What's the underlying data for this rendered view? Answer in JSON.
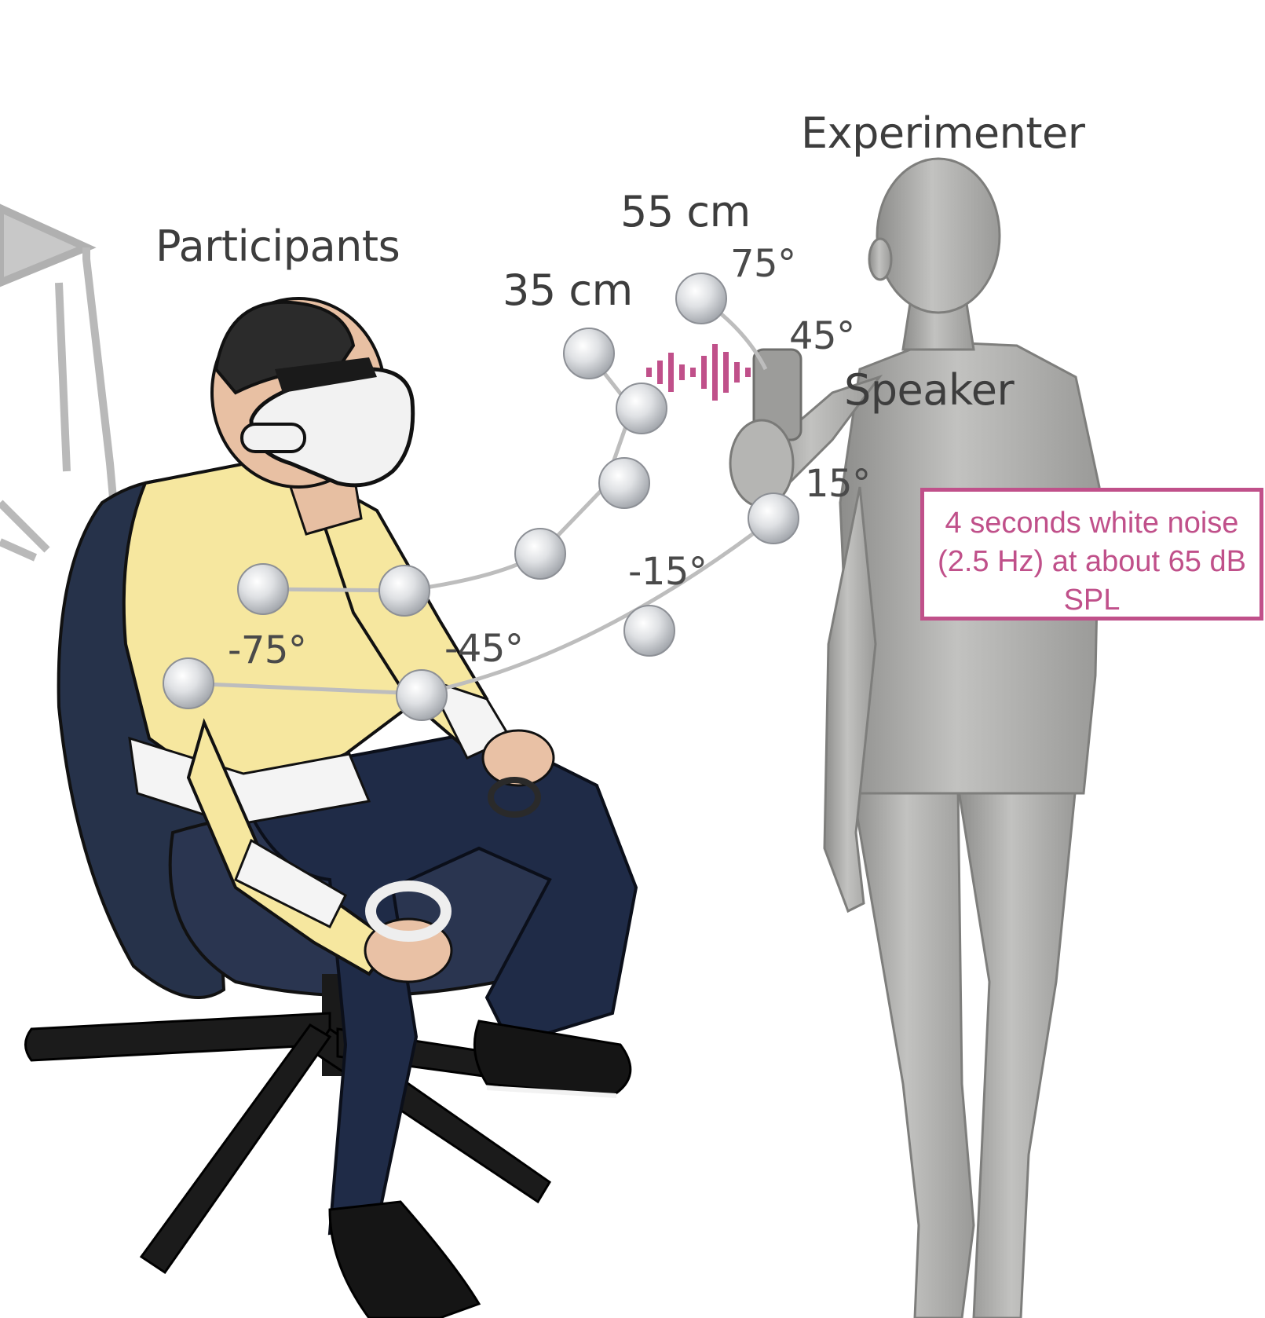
{
  "labels": {
    "experimenter": "Experimenter",
    "participants": "Participants",
    "speaker": "Speaker",
    "dist_outer": "55 cm",
    "dist_inner": "35 cm"
  },
  "angles": {
    "a_pos75": "75°",
    "a_pos45": "45°",
    "a_pos15": "15°",
    "a_neg15": "-15°",
    "a_neg45": "-45°",
    "a_neg75": "-75°"
  },
  "callout": {
    "text": "4 seconds white noise (2.5 Hz) at about 65 dB SPL"
  },
  "colors": {
    "accent": "#c0508a",
    "sweater": "#f6e79f",
    "jeans": "#1f2b47",
    "chair": "#243047",
    "figure_gray": "#a9a9a7",
    "marker": "#d3d5d8"
  }
}
